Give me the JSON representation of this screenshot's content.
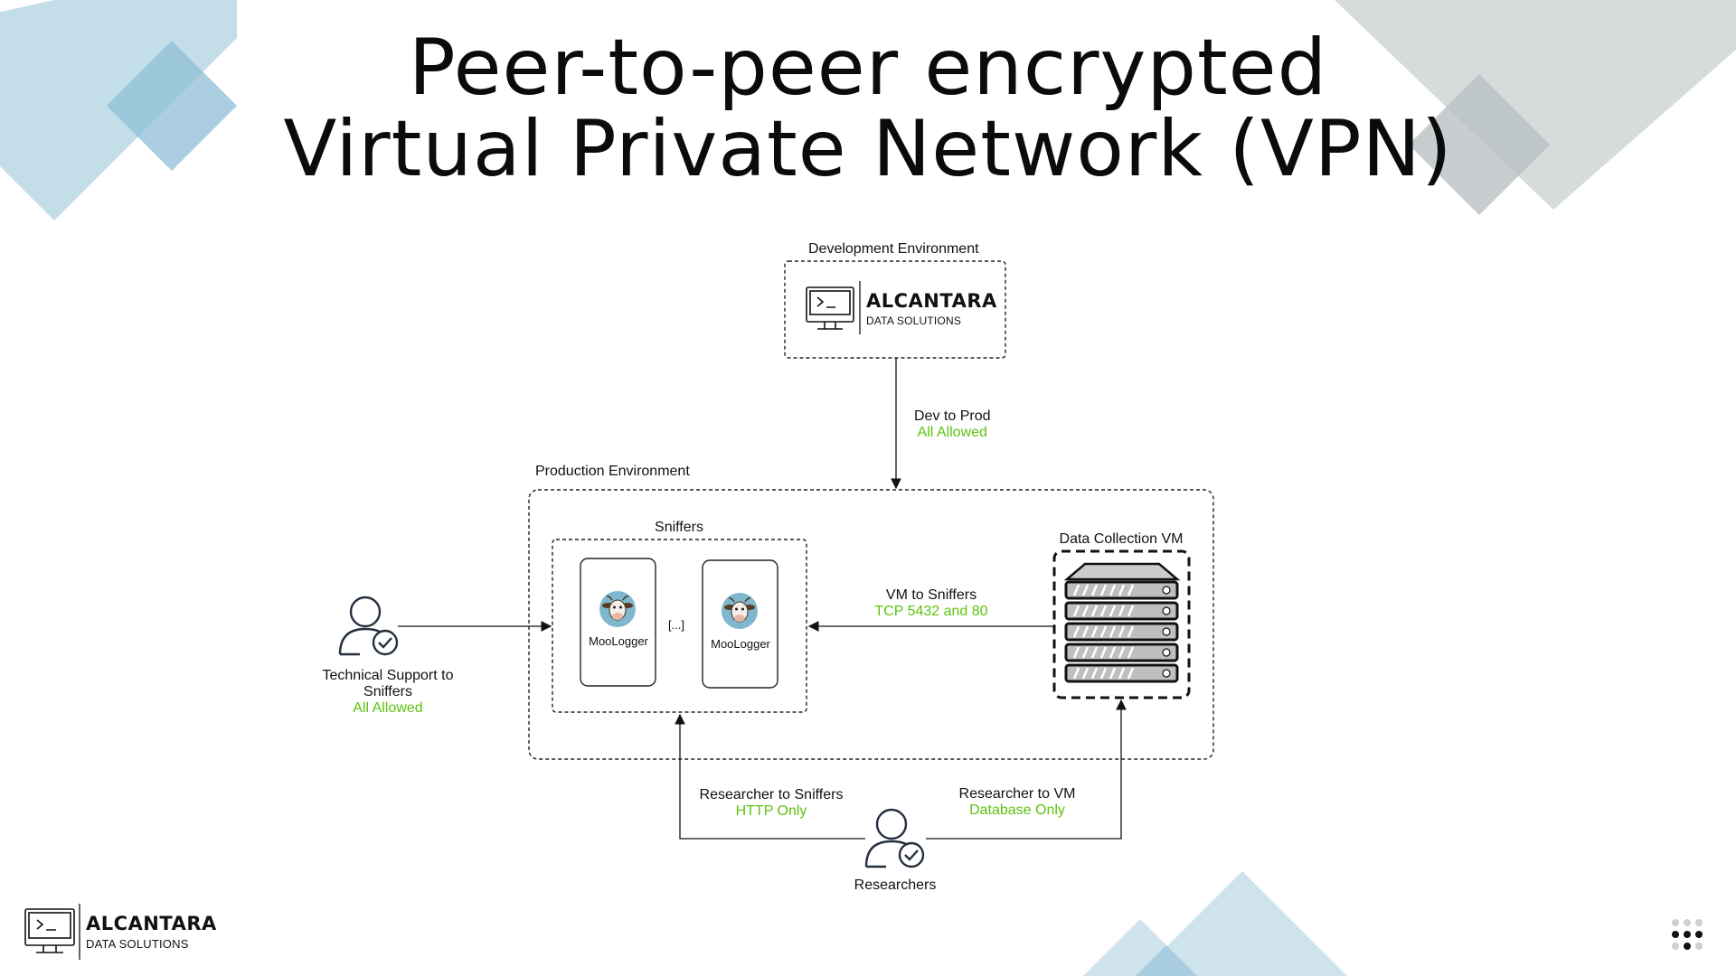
{
  "slide": {
    "title_line1": "Peer-to-peer encrypted",
    "title_line2": "Virtual Private Network (VPN)"
  },
  "colors": {
    "accent_ok": "#5cc30f",
    "deco_blue": "#b9d8e6",
    "deco_blue_dark": "#8fbfd6",
    "deco_gray": "#d3d8d9",
    "deco_gray_dark": "#b6bebf"
  },
  "brand": {
    "name": "ALCANTARA",
    "subtitle": "DATA SOLUTIONS",
    "icon": "terminal-monitor-icon"
  },
  "diagram": {
    "dev_env": {
      "label": "Development Environment"
    },
    "prod_env": {
      "label": "Production Environment"
    },
    "sniffers": {
      "label": "Sniffers",
      "device1": "MooLogger",
      "device2": "MooLogger",
      "ellipsis": "[...]",
      "icon": "cow-icon"
    },
    "vm": {
      "label": "Data Collection VM",
      "icon": "server-rack-icon"
    },
    "edges": {
      "dev_to_prod": {
        "label": "Dev to Prod",
        "rule": "All Allowed"
      },
      "vm_to_sniffers": {
        "label": "VM to Sniffers",
        "rule": "TCP 5432 and 80"
      },
      "support": {
        "label_line1": "Technical Support to",
        "label_line2": "Sniffers",
        "rule": "All Allowed"
      },
      "researcher_to_sniffers": {
        "label": "Researcher to Sniffers",
        "rule": "HTTP Only"
      },
      "researcher_to_vm": {
        "label": "Researcher to VM",
        "rule": "Database Only"
      }
    },
    "researchers": {
      "label": "Researchers",
      "icon": "user-check-icon"
    },
    "support_user": {
      "icon": "user-check-icon"
    }
  },
  "footer": {
    "menu_icon": "dots-grid-icon"
  }
}
